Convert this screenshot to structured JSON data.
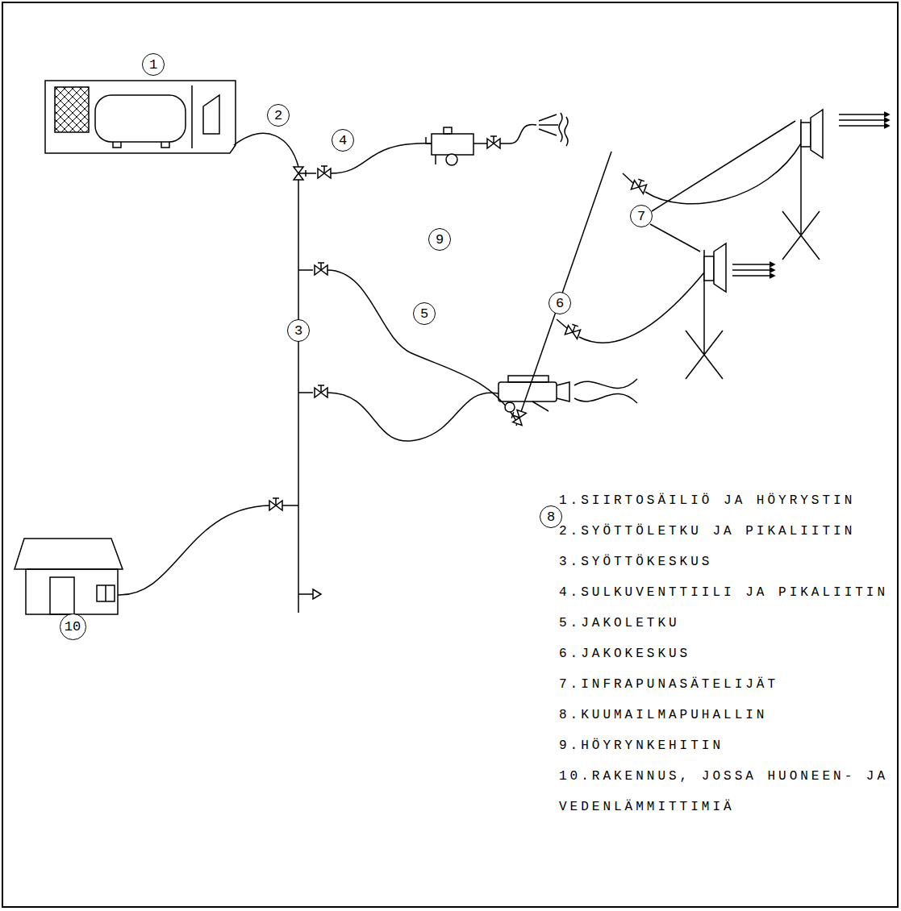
{
  "diagram": {
    "nodes": [
      {
        "text": [
          "1"
        ]
      },
      {
        "text": [
          "2"
        ]
      },
      {
        "text": [
          "4"
        ]
      },
      {
        "text": [
          "9"
        ]
      },
      {
        "text": [
          "7"
        ]
      },
      {
        "text": [
          "6"
        ]
      },
      {
        "text": [
          "5"
        ]
      },
      {
        "text": [
          "3"
        ]
      },
      {
        "text": [
          "8"
        ]
      },
      {
        "text": [
          "10"
        ]
      }
    ],
    "labels": [
      "1.SIIRTOSÄILIÖ JA HÖYRYSTIN",
      "2.SYÖTTÖLETKU JA PIKALIITIN",
      "3.SYÖTTÖKESKUS",
      "4.SULKUVENTTIILI JA PIKALIITIN",
      "5.JAKOLETKU",
      "6.JAKOKESKUS",
      "7.INFRAPUNASÄTELIJÄT",
      "8.KUUMAILMAPUHALLIN",
      "9.HÖYRYNKEHITIN",
      "10.RAKENNUS, JOSSA HUONEEN- JA VEDENLÄMMITTIMIÄ"
    ]
  }
}
